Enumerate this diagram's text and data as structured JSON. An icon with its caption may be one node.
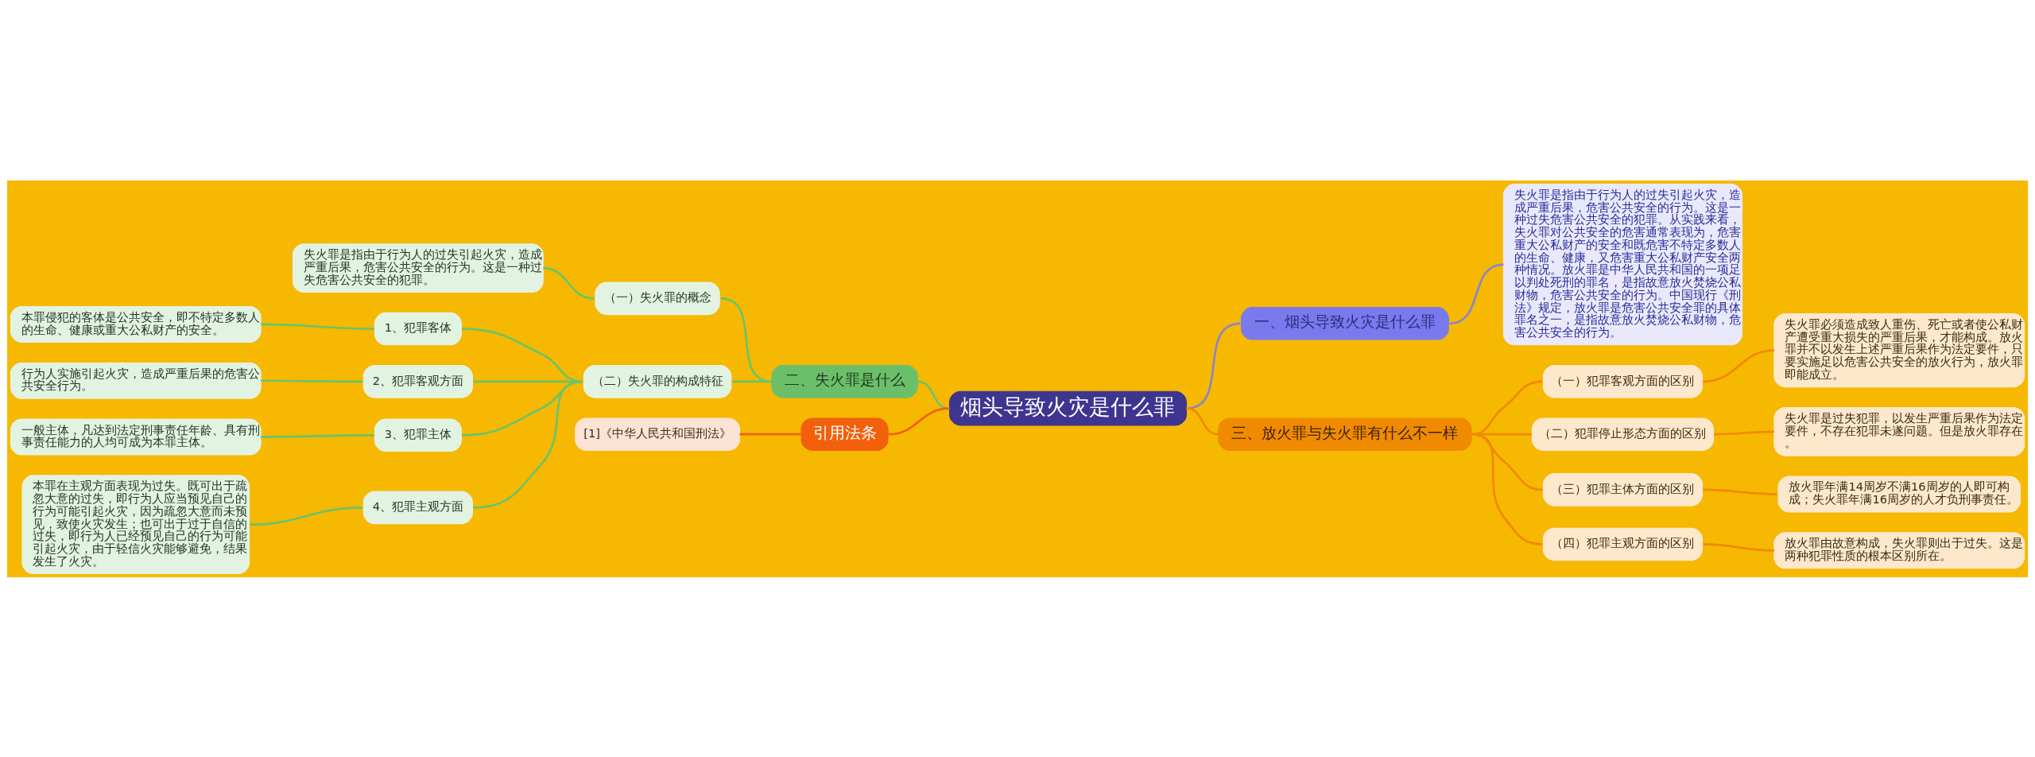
{
  "diagram": {
    "nodes": [
      {
        "text": [
          "烟头导致火灾是什么罪"
        ]
      },
      {
        "text": [
          "一、烟头导致火灾是什么罪"
        ]
      },
      {
        "text": [
          "失火罪是指由于行为人的过失引起火灾，造成严重后果，危害公共安全的行为。这是一种过失危害公共安全的犯罪。从实践来看，失火罪对公共安全的危害通常表现为，危害重大公私财产的安全和既危害不特定多数人的生命、健康，又危害重大公私财产安全两种情况。放火罪是中华人民共和国的一项足以判处死刑的罪名，是指故意放火焚烧公私财物，危害公共安全的行为。中国现行《刑法》规定，放火罪是危害公共安全罪的具体罪名之一，是指故意放火焚烧公私财物，危害公共安全的行为。"
        ]
      },
      {
        "text": [
          "二、失火罪是什么"
        ]
      },
      {
        "text": [
          "（一）失火罪的概念"
        ]
      },
      {
        "text": [
          "失火罪是指由于行为人的过失引起火灾，造成严重后果，危害公共安全的行为。这是一种过失危害公共安全的犯罪。"
        ]
      },
      {
        "text": [
          "（二）失火罪的构成特征"
        ]
      },
      {
        "text": [
          "1、犯罪客体"
        ]
      },
      {
        "text": [
          "本罪侵犯的客体是公共安全，即不特定多数人的生命、健康或重大公私财产的安全。"
        ]
      },
      {
        "text": [
          "2、犯罪客观方面"
        ]
      },
      {
        "text": [
          "行为人实施引起火灾，造成严重后果的危害公共安全行为。"
        ]
      },
      {
        "text": [
          "3、犯罪主体"
        ]
      },
      {
        "text": [
          "一般主体，凡达到法定刑事责任年龄、具有刑事责任能力的人均可成为本罪主体。"
        ]
      },
      {
        "text": [
          "4、犯罪主观方面"
        ]
      },
      {
        "text": [
          "本罪在主观方面表现为过失。既可出于疏忽大意的过失，即行为人应当预见自己的行为可能引起火灾，因为疏忽大意而未预见，致使火灾发生；也可出于过于自信的过失，即行为人已经预见自己的行为可能引起火灾，由于轻信火灾能够避免，结果发生了火灾。"
        ]
      },
      {
        "text": [
          "三、放火罪与失火罪有什么不一样"
        ]
      },
      {
        "text": [
          "（一）犯罪客观方面的区别"
        ]
      },
      {
        "text": [
          "失火罪必须造成致人重伤、死亡或者使公私财产遭受重大损失的严重后果，才能构成。放火罪并不以发生上述严重后果作为法定要件，只要实施足以危害公共安全的放火行为，放火罪即能成立。"
        ]
      },
      {
        "text": [
          "（二）犯罪停止形态方面的区别"
        ]
      },
      {
        "text": [
          "失火罪是过失犯罪，以发生严重后果作为法定要件，不存在犯罪未遂问题。但是放火罪存在。"
        ]
      },
      {
        "text": [
          "（三）犯罪主体方面的区别"
        ]
      },
      {
        "text": [
          "放火罪年满14周岁不满16周岁的人即可构成；失火罪年满16周岁的人才负刑事责任。"
        ]
      },
      {
        "text": [
          "（四）犯罪主观方面的区别"
        ]
      },
      {
        "text": [
          "放火罪由故意构成，失火罪则出于过失。这是两种犯罪性质的根本区别所在。"
        ]
      },
      {
        "text": [
          "引用法条"
        ]
      },
      {
        "text": [
          "[1]《中华人民共和国刑法》"
        ]
      }
    ],
    "edges": [
      {
        "from": 0,
        "to": 1,
        "arrow": "none",
        "color": "#8a86c8"
      },
      {
        "from": 1,
        "to": 2,
        "arrow": "none",
        "color": "#8a86c8"
      },
      {
        "from": 3,
        "to": 0,
        "arrow": "none"
      },
      {
        "from": 4,
        "to": 3,
        "arrow": "none"
      },
      {
        "from": 5,
        "to": 4,
        "arrow": "none"
      },
      {
        "from": 6,
        "to": 3,
        "arrow": "none"
      },
      {
        "from": 7,
        "to": 6,
        "arrow": "none"
      },
      {
        "from": 8,
        "to": 7,
        "arrow": "none"
      },
      {
        "from": 9,
        "to": 6,
        "arrow": "none"
      },
      {
        "from": 10,
        "to": 9,
        "arrow": "none"
      },
      {
        "from": 11,
        "to": 6,
        "arrow": "none"
      },
      {
        "from": 12,
        "to": 11,
        "arrow": "none"
      },
      {
        "from": 13,
        "to": 6,
        "arrow": "none"
      },
      {
        "from": 14,
        "to": 13,
        "arrow": "none"
      },
      {
        "from": 0,
        "to": 15,
        "arrow": "none",
        "color": "#f08a00"
      },
      {
        "from": 15,
        "to": 16,
        "arrow": "none",
        "color": "#f08a00"
      },
      {
        "from": 16,
        "to": 17,
        "arrow": "none",
        "color": "#f08a00"
      },
      {
        "from": 15,
        "to": 18,
        "arrow": "none",
        "color": "#f08a00"
      },
      {
        "from": 18,
        "to": 19,
        "arrow": "none",
        "color": "#f08a00"
      },
      {
        "from": 15,
        "to": 20,
        "arrow": "none",
        "color": "#f08a00"
      },
      {
        "from": 20,
        "to": 21,
        "arrow": "none",
        "color": "#f08a00"
      },
      {
        "from": 15,
        "to": 22,
        "arrow": "none",
        "color": "#f08a00"
      },
      {
        "from": 22,
        "to": 23,
        "arrow": "none",
        "color": "#f08a00"
      },
      {
        "from": 24,
        "to": 0,
        "arrow": "none",
        "color": "#f2600c"
      },
      {
        "from": 25,
        "to": 24,
        "arrow": "none",
        "color": "#f2600c"
      }
    ]
  }
}
